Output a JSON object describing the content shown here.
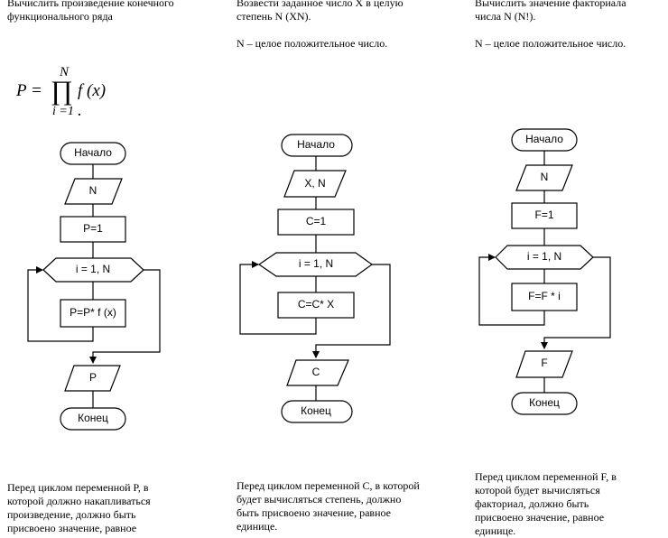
{
  "columns": [
    {
      "task": "Вычислить произведение  конечного\nфункционального ряда",
      "blocks": {
        "start": "Начало",
        "input": "N",
        "init": "P=1",
        "loop": "i = 1, N",
        "body": "P=P* f (x)",
        "output": "P",
        "end": "Конец"
      },
      "note": "Перед циклом переменной P, в которой должно накапливаться произведение, должно быть присвоено значение, равное"
    },
    {
      "task": "Возвести заданное число X в целую\nстепень N (XN).\n\nN – целое положительное число.",
      "blocks": {
        "start": "Начало",
        "input": "X, N",
        "init": "C=1",
        "loop": "i = 1, N",
        "body": "C=C* X",
        "output": "C",
        "end": "Конец"
      },
      "note": "Перед циклом переменной C, в которой будет вычисляться степень, должно быть присвоено значение, равное единице."
    },
    {
      "task": "Вычислить значение факториала\nчисла N (N!).\n\nN – целое положительное число.",
      "blocks": {
        "start": "Начало",
        "input": "N",
        "init": "F=1",
        "loop": "i = 1, N",
        "body": "F=F * i",
        "output": "F",
        "end": "Конец"
      },
      "note": "Перед циклом переменной F, в которой будет вычисляться факториал, должно быть присвоено значение, равное единице."
    }
  ],
  "formula": {
    "lhs": "P =",
    "operator": "∏",
    "upper": "N",
    "lower": "i =1",
    "term": "f (x) ."
  }
}
